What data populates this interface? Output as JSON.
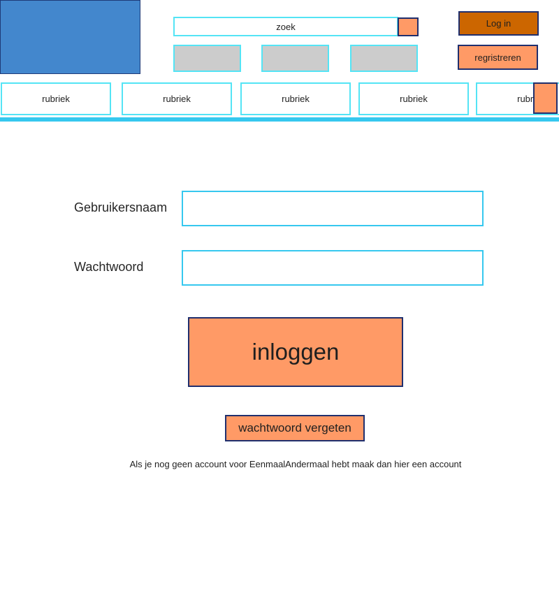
{
  "header": {
    "search": {
      "placeholder": "zoek"
    },
    "login_label": "Log in",
    "register_label": "regristreren"
  },
  "categories": [
    {
      "label": "rubriek"
    },
    {
      "label": "rubriek"
    },
    {
      "label": "rubriek"
    },
    {
      "label": "rubriek"
    },
    {
      "label": "rubriek"
    }
  ],
  "form": {
    "username_label": "Gebruikersnaam",
    "username_value": "",
    "password_label": "Wachtwoord",
    "password_value": "",
    "submit_label": "inloggen",
    "forgot_label": "wachtwoord vergeten",
    "register_hint": "Als je nog geen account voor EenmaalAndermaal hebt maak dan hier een account"
  },
  "colors": {
    "accent": "#ff9a66",
    "login_button": "#cc6600",
    "logo": "#4387cd",
    "border_cyan": "#54e4f5",
    "divider": "#36c8ef",
    "border_navy": "#1f2f6e",
    "placeholder_gray": "#cccccc"
  }
}
